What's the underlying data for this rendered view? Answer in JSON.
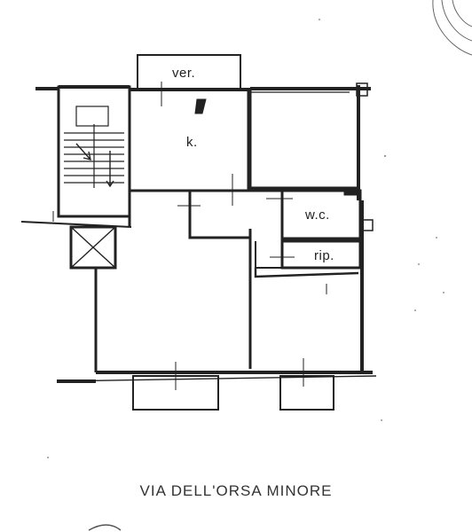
{
  "rooms": {
    "veranda": "ver.",
    "kitchen": "k.",
    "bathroom": "w.c.",
    "storage": "rip."
  },
  "street_label": "VIA DELL'ORSA MINORE",
  "colors": {
    "ink": "#222222",
    "paper": "#ffffff",
    "faint": "#bdbdbd"
  }
}
